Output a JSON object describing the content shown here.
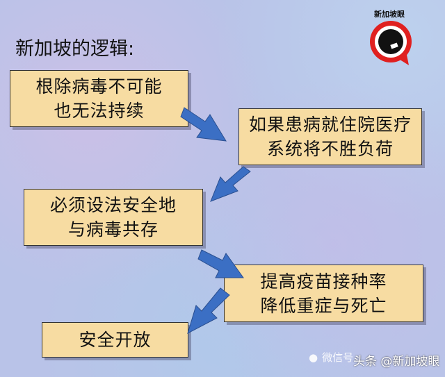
{
  "title": "新加坡的逻辑:",
  "logo": {
    "text": "新加坡眼",
    "icon": "eye-pin-logo"
  },
  "boxes": [
    {
      "line1": "根除病毒不可能",
      "line2": "也无法持续"
    },
    {
      "line1": "如果患病就住院医疗",
      "line2": "系统将不胜负荷"
    },
    {
      "line1": "必须设法安全地",
      "line2": "与病毒共存"
    },
    {
      "line1": "提高疫苗接种率",
      "line2": "降低重症与死亡"
    },
    {
      "line1": "安全开放"
    }
  ],
  "watermark": {
    "wechat": "微信号",
    "toutiao": "头条 @新加坡眼"
  },
  "colors": {
    "box_fill": "#f7dca2",
    "arrow": "#3b6fc4",
    "logo_red": "#e02020"
  }
}
